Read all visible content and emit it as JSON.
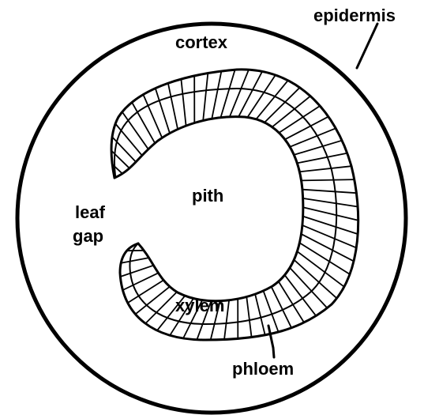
{
  "diagram": {
    "labels": {
      "epidermis": "epidermis",
      "cortex": "cortex",
      "pith": "pith",
      "leaf": "leaf",
      "gap": "gap",
      "xylem": "xylem",
      "phloem": "phloem"
    },
    "colors": {
      "stroke": "#000000",
      "background": "#ffffff"
    }
  }
}
